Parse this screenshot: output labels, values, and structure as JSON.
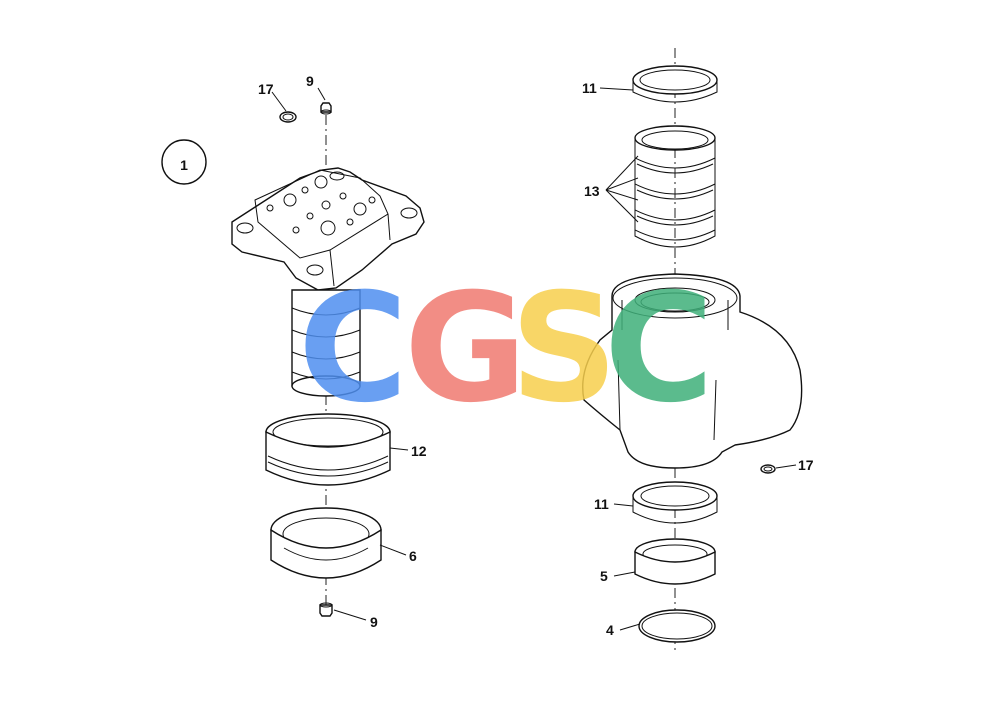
{
  "figure_number": "1",
  "callouts": {
    "left_17": "17",
    "left_9_top": "9",
    "left_12": "12",
    "left_6": "6",
    "left_9_bottom": "9",
    "right_11_top": "11",
    "right_13": "13",
    "right_17": "17",
    "right_11_bottom": "11",
    "right_5": "5",
    "right_4": "4"
  },
  "watermark": {
    "letters": [
      "C",
      "G",
      "S",
      "C"
    ],
    "colors": [
      "#4f8ff0",
      "#f07a70",
      "#f7cf4d",
      "#3fb07a"
    ]
  }
}
